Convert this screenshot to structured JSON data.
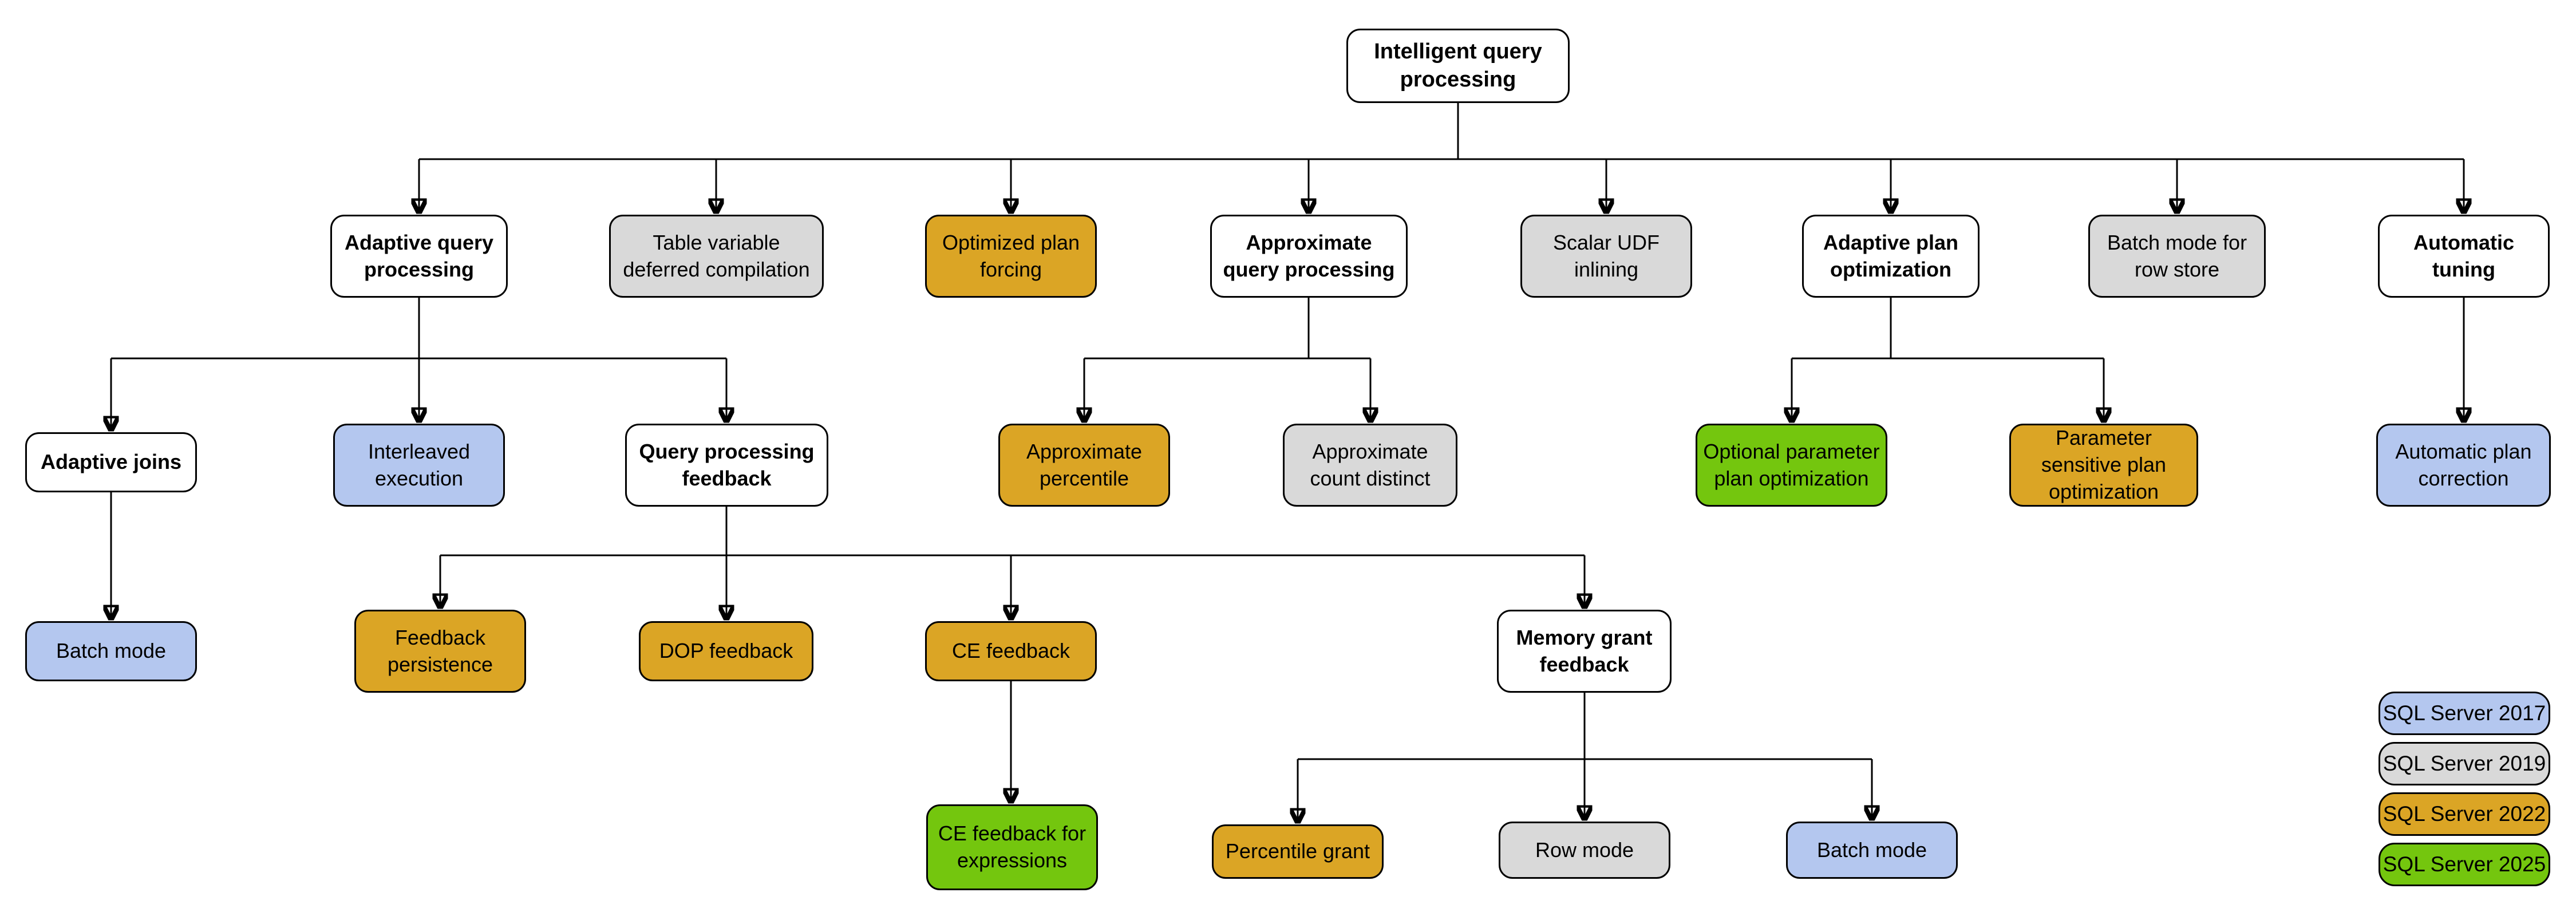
{
  "colors": {
    "node_border": "#000000",
    "connector": "#000000",
    "text": "#000000",
    "white": "#ffffff",
    "sql2017": "#b4c7ef",
    "sql2019": "#d9d9d9",
    "sql2022": "#dba525",
    "sql2025": "#74c60e"
  },
  "nodes": {
    "root": {
      "label": "Intelligent query processing",
      "version": "none"
    },
    "aqp": {
      "label": "Adaptive query processing",
      "version": "none"
    },
    "tvdc": {
      "label": "Table variable deferred compilation",
      "version": "SQL Server 2019"
    },
    "opf": {
      "label": "Optimized plan forcing",
      "version": "SQL Server 2022"
    },
    "aqproc": {
      "label": "Approximate query processing",
      "version": "none"
    },
    "sudf": {
      "label": "Scalar UDF inlining",
      "version": "SQL Server 2019"
    },
    "apo": {
      "label": "Adaptive plan optimization",
      "version": "none"
    },
    "bmrs": {
      "label": "Batch mode for row store",
      "version": "SQL Server 2019"
    },
    "at": {
      "label": "Automatic tuning",
      "version": "none"
    },
    "aj": {
      "label": "Adaptive joins",
      "version": "none"
    },
    "ie": {
      "label": "Interleaved execution",
      "version": "SQL Server 2017"
    },
    "qpf": {
      "label": "Query processing feedback",
      "version": "none"
    },
    "ap": {
      "label": "Approximate percentile",
      "version": "SQL Server 2022"
    },
    "acd": {
      "label": "Approximate count distinct",
      "version": "SQL Server 2019"
    },
    "oppo": {
      "label": "Optional parameter plan optimization",
      "version": "SQL Server 2025"
    },
    "pspo": {
      "label": "Parameter sensitive plan optimization",
      "version": "SQL Server 2022"
    },
    "apc": {
      "label": "Automatic plan correction",
      "version": "SQL Server 2017"
    },
    "bm1": {
      "label": "Batch mode",
      "version": "SQL Server 2017"
    },
    "fp": {
      "label": "Feedback persistence",
      "version": "SQL Server 2022"
    },
    "dop": {
      "label": "DOP feedback",
      "version": "SQL Server 2022"
    },
    "cef": {
      "label": "CE feedback",
      "version": "SQL Server 2022"
    },
    "mgf": {
      "label": "Memory grant feedback",
      "version": "none"
    },
    "cefe": {
      "label": "CE feedback for expressions",
      "version": "SQL Server 2025"
    },
    "pg": {
      "label": "Percentile grant",
      "version": "SQL Server 2022"
    },
    "rm": {
      "label": "Row mode",
      "version": "SQL Server 2019"
    },
    "bm2": {
      "label": "Batch mode",
      "version": "SQL Server 2017"
    }
  },
  "legend": {
    "items": [
      {
        "label": "SQL Server 2017",
        "color": "#b4c7ef"
      },
      {
        "label": "SQL Server 2019",
        "color": "#d9d9d9"
      },
      {
        "label": "SQL Server 2022",
        "color": "#dba525"
      },
      {
        "label": "SQL Server 2025",
        "color": "#74c60e"
      }
    ]
  }
}
